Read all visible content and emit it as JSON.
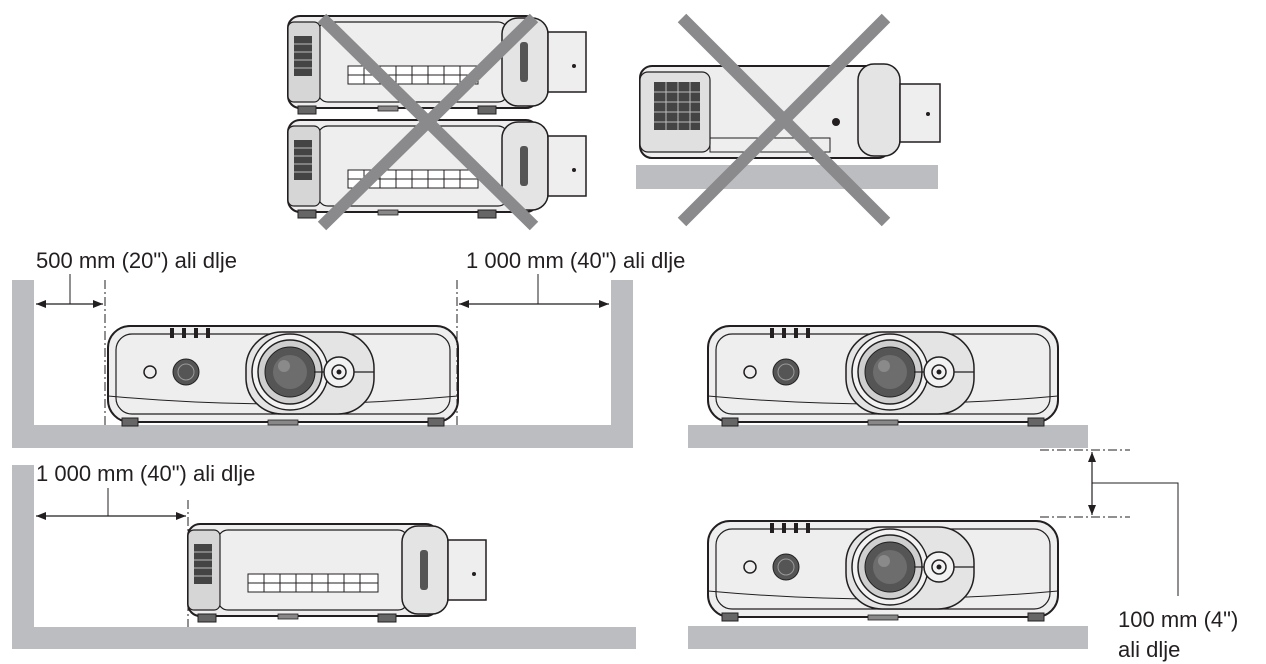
{
  "labels": {
    "rear_clearance": "500 mm (20\") ali dlje",
    "front_clearance": "1 000 mm (40\") ali dlje",
    "side_clearance": "1 000 mm (40\") ali dlje",
    "vertical_clearance_line1": "100 mm (4\")",
    "vertical_clearance_line2": "ali dlje"
  },
  "colors": {
    "shelf": "#bcbdc0",
    "cross": "#8a8a8c",
    "body_fill": "#eeeeee",
    "outline": "#231f20"
  },
  "figures": [
    {
      "id": "stacked-projectors",
      "status": "not-allowed"
    },
    {
      "id": "projector-on-side",
      "status": "not-allowed"
    },
    {
      "id": "front-rear-clearance",
      "status": "allowed"
    },
    {
      "id": "side-clearance",
      "status": "allowed"
    },
    {
      "id": "vertical-clearance",
      "status": "allowed"
    }
  ]
}
